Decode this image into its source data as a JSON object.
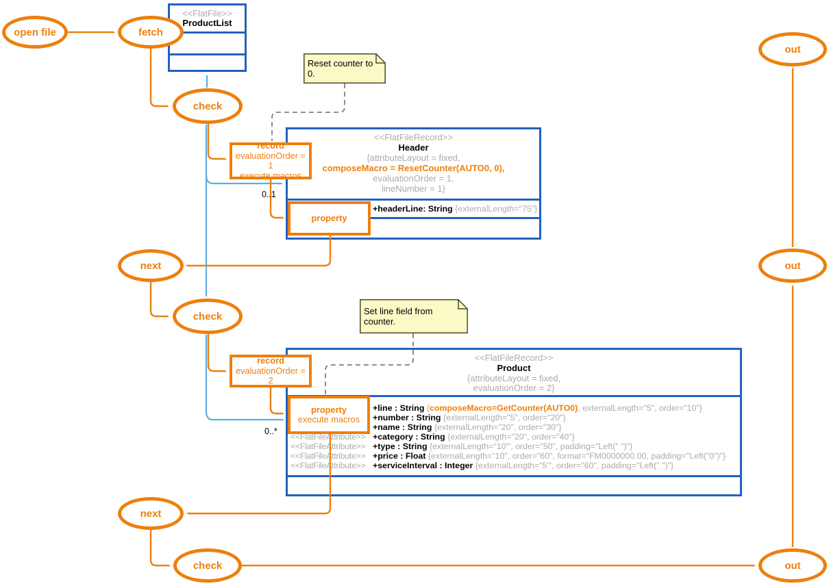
{
  "diagram": {
    "nodes": {
      "open_file": "open file",
      "fetch": "fetch",
      "check1": "check",
      "next1": "next",
      "check2": "check",
      "next2": "next",
      "check3": "check",
      "out1": "out",
      "out2": "out",
      "out3": "out"
    },
    "product_list": {
      "stereotype": "<<FlatFile>>",
      "name": "ProductList"
    },
    "header": {
      "stereotype": "<<FlatFileRecord>>",
      "name": "Header",
      "tag1": "{attributeLayout = fixed,",
      "macro": "composeMacro = ResetCounter(AUTO0, 0),",
      "tag2": "evaluationOrder = 1,",
      "tag3": "lineNumber = 1}",
      "attr_name": "+headerLine: String ",
      "attr_tags": "{externalLength=\"75\"}"
    },
    "product": {
      "stereotype": "<<FlatFileRecord>>",
      "name": "Product",
      "tag1": "{attributeLayout = fixed,",
      "tag2": "evaluationOrder = 2}",
      "rows": [
        {
          "st": "",
          "name": "+line : String ",
          "open": "{",
          "macro": "composeMacro=GetCounter(AUTO0)",
          "tags": ", externalLength=\"5\", order=\"10\"}"
        },
        {
          "st": "",
          "name": "+number : String ",
          "tags": "{externalLength=\"5\", order=\"20\"}"
        },
        {
          "st": "",
          "name": "+name : String ",
          "tags": "{externalLength=\"20\", order=\"30\"}"
        },
        {
          "st": "<<FlatFileAttribute>>",
          "name": "+category : String ",
          "tags": "{externalLength=\"20\", order=\"40\"}"
        },
        {
          "st": "<<FlatFileAttribute>>",
          "name": "+type : String ",
          "tags": "{externalLength=\"10\"', order=\"50\", padding=\"Left(\" \")\"}"
        },
        {
          "st": "<<FlatFileAttribute>>",
          "name": "+price : Float ",
          "tags": "{externalLength=\"10\", order=\"60\", format=\"FM0000000.00, padding=\"Left(\"0\")\"}"
        },
        {
          "st": "<<FlatFileAttribute>>",
          "name": "+serviceInterval : Integer ",
          "tags": "{externalLength=\"5\"', order=\"60\", padding=\"Left(\" \")\"}"
        }
      ]
    },
    "actions": {
      "record1": {
        "l1": "record",
        "l2": "evaluationOrder = 1",
        "l3": "execute macros"
      },
      "property1": {
        "l1": "property"
      },
      "record2": {
        "l1": "record",
        "l2": "evaluationOrder = 2"
      },
      "property2": {
        "l1": "property",
        "l2": "execute macros"
      }
    },
    "notes": {
      "note1": "Reset counter to 0.",
      "note2": "Set line field from counter."
    },
    "labels": {
      "mult1": "0..1",
      "mult2": "0..*"
    },
    "colors": {
      "orange": "#EE7F0D",
      "blue": "#2261BE",
      "light_blue": "#5AAFE1",
      "gray_text": "#ABABAB",
      "note_fill": "#FBF9C6",
      "note_border": "#4A4A2A",
      "connector_gray": "#7F7F7F"
    }
  }
}
